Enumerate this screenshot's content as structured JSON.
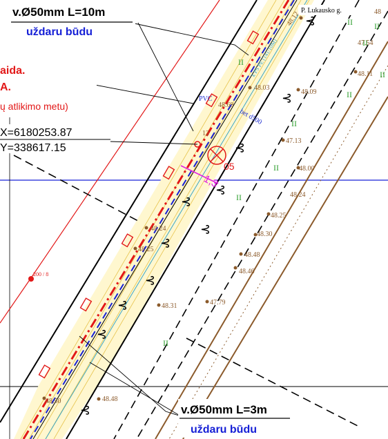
{
  "callout_top": {
    "title": "v.Ø50mm L=10m",
    "subtitle": "uždaru būdu"
  },
  "callout_bottom": {
    "title": "v.Ø50mm L=3m",
    "subtitle": "uždaru būdu"
  },
  "left_note": {
    "line1": "aida.",
    "line2": "A.",
    "line3": "ų atlikimo metu)"
  },
  "coordinates": {
    "x": "X=6180253.87",
    "y": "Y=338617.15"
  },
  "street_name": "P. Lukausko g.",
  "marker_number": "05",
  "dimension_label": "1,3",
  "pipe_labels": {
    "pvc": "PVC",
    "bet": "bet d500",
    "ps_pe": "k PS PE (141/10M)"
  },
  "pole_label": "200 / 8",
  "elevations": [
    "48.12",
    "47.54",
    "48.11",
    "48.03",
    "48.69",
    "48.09",
    "47.13",
    "48.00",
    "48.24",
    "48.25",
    "48.30",
    "48.48",
    "48.46",
    "48.24",
    "48.25",
    "48.31",
    "47.79",
    "48.48",
    "48.50",
    "12",
    "48"
  ],
  "colors": {
    "red": "#e21818",
    "blue": "#1620d6",
    "brown": "#8b5a2b",
    "yellow": "#e6c24a",
    "magenta": "#e020e0",
    "green": "#33a033",
    "cyan": "#3ba7c8"
  }
}
